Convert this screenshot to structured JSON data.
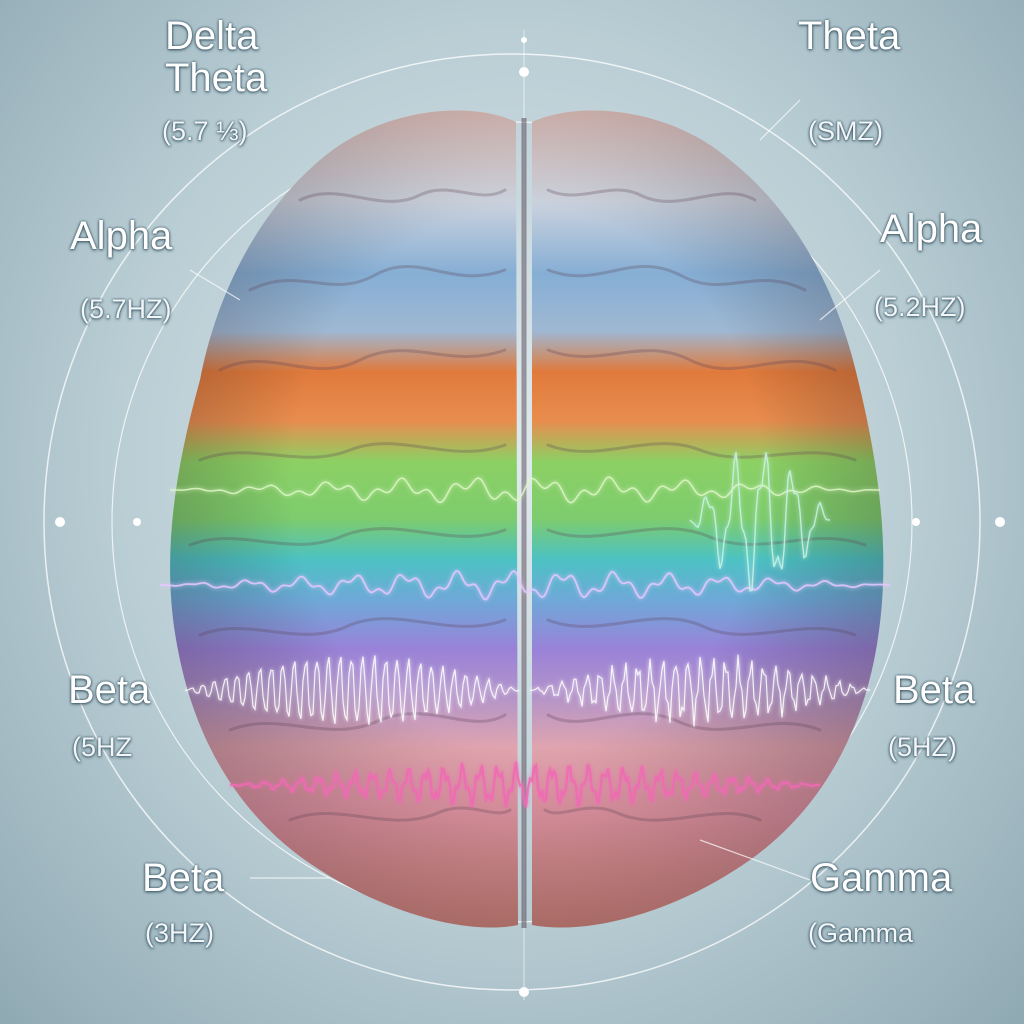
{
  "colors": {
    "background": "#b9cdd4",
    "ring": "#ffffff",
    "brain_top": "#e9c9c2",
    "band_blue": "#86aed4",
    "band_orange": "#e07a3c",
    "band_green": "#8cd064",
    "band_teal": "#4cc2c4",
    "band_purple": "#9a82d8",
    "band_pink": "#e89aa8",
    "brain_bottom": "#d98a7e",
    "wave_pink": "#f06ab4",
    "wave_white": "#ffffff"
  },
  "labels": {
    "top_left_name1": "Delta",
    "top_left_name2": "Theta",
    "top_left_freq": "(5.7 ⅓)",
    "top_right_name": "Theta",
    "top_right_freq": "(SMZ)",
    "upper_left_name": "Alpha",
    "upper_left_freq": "(5.7HZ)",
    "upper_right_name": "Alpha",
    "upper_right_freq": "(5.2HZ)",
    "lower_left_name": "Beta",
    "lower_left_freq": "(5HZ",
    "lower_right_name": "Beta",
    "lower_right_freq": "(5HZ)",
    "bottom_left_name": "Beta",
    "bottom_left_freq": "(3HZ)",
    "bottom_right_name": "Gamma",
    "bottom_right_freq": "(Gamma"
  }
}
